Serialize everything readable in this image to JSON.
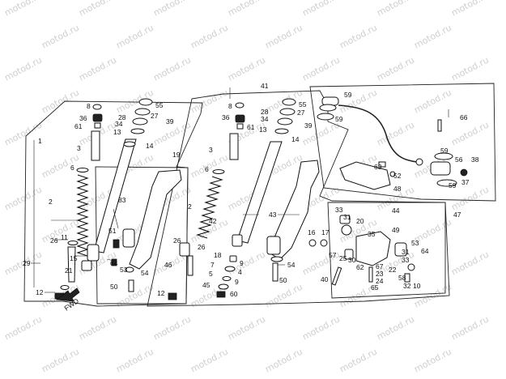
{
  "watermark": "motod.ru",
  "arrow_label": "FWD",
  "colors": {
    "ink": "#111111",
    "watermark": "#cfcfcf",
    "background": "#ffffff"
  },
  "callouts": [
    {
      "id": "c8a",
      "text": "8"
    },
    {
      "id": "c36a",
      "text": "36"
    },
    {
      "id": "c61a",
      "text": "61"
    },
    {
      "id": "c3a",
      "text": "3"
    },
    {
      "id": "c1",
      "text": "1"
    },
    {
      "id": "c6a",
      "text": "6"
    },
    {
      "id": "c2a",
      "text": "2"
    },
    {
      "id": "c26a",
      "text": "26"
    },
    {
      "id": "c29",
      "text": "29"
    },
    {
      "id": "c12a",
      "text": "12"
    },
    {
      "id": "c55a",
      "text": "55"
    },
    {
      "id": "c27a",
      "text": "27"
    },
    {
      "id": "c28a",
      "text": "28"
    },
    {
      "id": "c34a",
      "text": "34"
    },
    {
      "id": "c13a",
      "text": "13"
    },
    {
      "id": "c14a",
      "text": "14"
    },
    {
      "id": "c39a",
      "text": "39"
    },
    {
      "id": "c11",
      "text": "11"
    },
    {
      "id": "c15",
      "text": "15"
    },
    {
      "id": "c21",
      "text": "21"
    },
    {
      "id": "c19",
      "text": "19"
    },
    {
      "id": "c83",
      "text": "83"
    },
    {
      "id": "c51",
      "text": "51"
    },
    {
      "id": "c64",
      "text": "64"
    },
    {
      "id": "c53",
      "text": "53"
    },
    {
      "id": "c54a",
      "text": "54"
    },
    {
      "id": "c50a",
      "text": "50"
    },
    {
      "id": "c41",
      "text": "41"
    },
    {
      "id": "c8b",
      "text": "8"
    },
    {
      "id": "c36b",
      "text": "36"
    },
    {
      "id": "c61b",
      "text": "61"
    },
    {
      "id": "c3b",
      "text": "3"
    },
    {
      "id": "c28b",
      "text": "28"
    },
    {
      "id": "c55b",
      "text": "55"
    },
    {
      "id": "c34b",
      "text": "34"
    },
    {
      "id": "c27b",
      "text": "27"
    },
    {
      "id": "c39b",
      "text": "39"
    },
    {
      "id": "c13b",
      "text": "13"
    },
    {
      "id": "c14b",
      "text": "14"
    },
    {
      "id": "c6b",
      "text": "6"
    },
    {
      "id": "c2b",
      "text": "2"
    },
    {
      "id": "c42",
      "text": "42"
    },
    {
      "id": "c43",
      "text": "43"
    },
    {
      "id": "c26b",
      "text": "26"
    },
    {
      "id": "c26c",
      "text": "26"
    },
    {
      "id": "c18",
      "text": "18"
    },
    {
      "id": "c7",
      "text": "7"
    },
    {
      "id": "c9a",
      "text": "9"
    },
    {
      "id": "c4",
      "text": "4"
    },
    {
      "id": "c5",
      "text": "5"
    },
    {
      "id": "c9b",
      "text": "9"
    },
    {
      "id": "c45",
      "text": "45"
    },
    {
      "id": "c60",
      "text": "60"
    },
    {
      "id": "c46",
      "text": "46"
    },
    {
      "id": "c12b",
      "text": "12"
    },
    {
      "id": "c54b",
      "text": "54"
    },
    {
      "id": "c50b",
      "text": "50"
    },
    {
      "id": "c59a",
      "text": "59"
    },
    {
      "id": "c59b",
      "text": "59"
    },
    {
      "id": "c66",
      "text": "66"
    },
    {
      "id": "c63",
      "text": "63"
    },
    {
      "id": "c52",
      "text": "52"
    },
    {
      "id": "c48",
      "text": "48"
    },
    {
      "id": "c59c",
      "text": "59"
    },
    {
      "id": "c56",
      "text": "56"
    },
    {
      "id": "c38",
      "text": "38"
    },
    {
      "id": "c37",
      "text": "37"
    },
    {
      "id": "c59d",
      "text": "59"
    },
    {
      "id": "c47",
      "text": "47"
    },
    {
      "id": "c33a",
      "text": "33"
    },
    {
      "id": "c31a",
      "text": "31"
    },
    {
      "id": "c20",
      "text": "20"
    },
    {
      "id": "c44",
      "text": "44"
    },
    {
      "id": "c35",
      "text": "35"
    },
    {
      "id": "c49",
      "text": "49"
    },
    {
      "id": "c16",
      "text": "16"
    },
    {
      "id": "c17",
      "text": "17"
    },
    {
      "id": "c57",
      "text": "57"
    },
    {
      "id": "c25",
      "text": "25"
    },
    {
      "id": "c30",
      "text": "30"
    },
    {
      "id": "c62",
      "text": "62"
    },
    {
      "id": "c53b",
      "text": "53"
    },
    {
      "id": "c64b",
      "text": "64"
    },
    {
      "id": "c31b",
      "text": "31"
    },
    {
      "id": "c33b",
      "text": "33"
    },
    {
      "id": "c67",
      "text": "67"
    },
    {
      "id": "c23",
      "text": "23"
    },
    {
      "id": "c24",
      "text": "24"
    },
    {
      "id": "c65",
      "text": "65"
    },
    {
      "id": "c22",
      "text": "22"
    },
    {
      "id": "c58",
      "text": "58"
    },
    {
      "id": "c32",
      "text": "32"
    },
    {
      "id": "c10",
      "text": "10"
    },
    {
      "id": "c40",
      "text": "40"
    }
  ]
}
